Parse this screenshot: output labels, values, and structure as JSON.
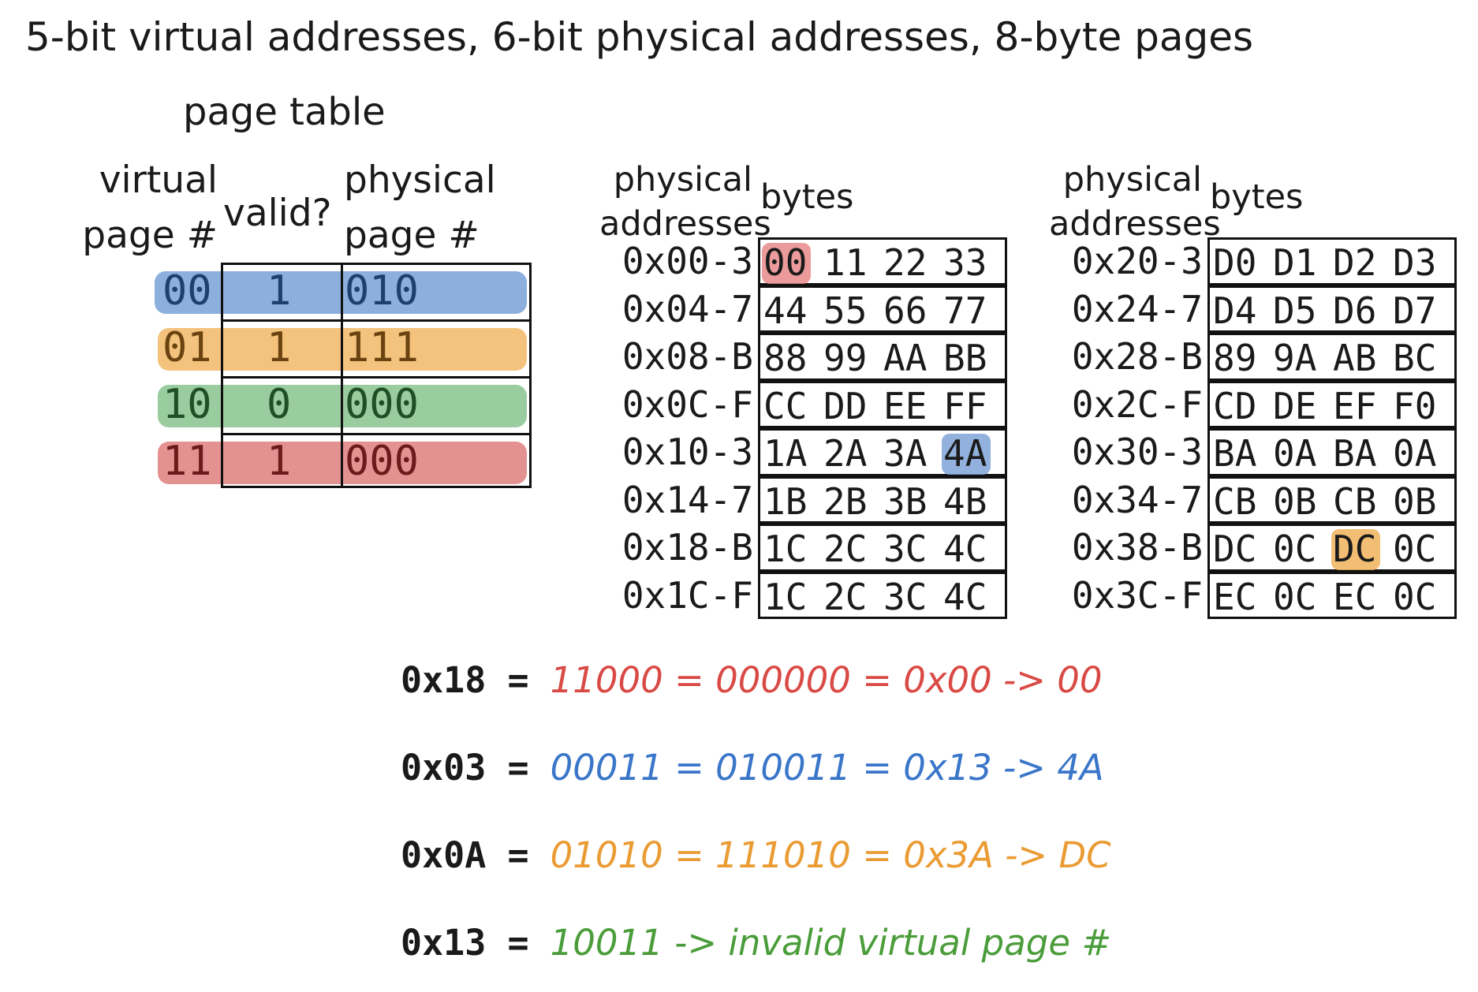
{
  "title": "5-bit virtual addresses, 6-bit physical addresses, 8-byte pages",
  "page_table": {
    "title": "page table",
    "headers": {
      "virtual_1": "virtual",
      "virtual_2": "page #",
      "valid": "valid?",
      "physical_1": "physical",
      "physical_2": "page #"
    },
    "rows": [
      {
        "vpn": "00",
        "valid": "1",
        "ppn": "010",
        "color": "#6f9bd4",
        "text": "#1f3f6e"
      },
      {
        "vpn": "01",
        "valid": "1",
        "ppn": "111",
        "color": "#f0b35c",
        "text": "#6a4310"
      },
      {
        "vpn": "10",
        "valid": "0",
        "ppn": "000",
        "color": "#7fbf86",
        "text": "#1f4f26"
      },
      {
        "vpn": "11",
        "valid": "1",
        "ppn": "000",
        "color": "#dd7676",
        "text": "#6b1b1b"
      }
    ]
  },
  "memory": [
    {
      "hdr_addr_1": "physical",
      "hdr_addr_2": "addresses",
      "hdr_bytes": "bytes",
      "rows": [
        {
          "addr": "0x00-3",
          "bytes": [
            "00",
            "11",
            "22",
            "33"
          ]
        },
        {
          "addr": "0x04-7",
          "bytes": [
            "44",
            "55",
            "66",
            "77"
          ]
        },
        {
          "addr": "0x08-B",
          "bytes": [
            "88",
            "99",
            "AA",
            "BB"
          ]
        },
        {
          "addr": "0x0C-F",
          "bytes": [
            "CC",
            "DD",
            "EE",
            "FF"
          ]
        },
        {
          "addr": "0x10-3",
          "bytes": [
            "1A",
            "2A",
            "3A",
            "4A"
          ]
        },
        {
          "addr": "0x14-7",
          "bytes": [
            "1B",
            "2B",
            "3B",
            "4B"
          ]
        },
        {
          "addr": "0x18-B",
          "bytes": [
            "1C",
            "2C",
            "3C",
            "4C"
          ]
        },
        {
          "addr": "0x1C-F",
          "bytes": [
            "1C",
            "2C",
            "3C",
            "4C"
          ]
        }
      ],
      "highlights": [
        {
          "row": 0,
          "col": 0,
          "color": "#e88a8a"
        },
        {
          "row": 4,
          "col": 3,
          "color": "#7fa3d6"
        }
      ]
    },
    {
      "hdr_addr_1": "physical",
      "hdr_addr_2": "addresses",
      "hdr_bytes": "bytes",
      "rows": [
        {
          "addr": "0x20-3",
          "bytes": [
            "D0",
            "D1",
            "D2",
            "D3"
          ]
        },
        {
          "addr": "0x24-7",
          "bytes": [
            "D4",
            "D5",
            "D6",
            "D7"
          ]
        },
        {
          "addr": "0x28-B",
          "bytes": [
            "89",
            "9A",
            "AB",
            "BC"
          ]
        },
        {
          "addr": "0x2C-F",
          "bytes": [
            "CD",
            "DE",
            "EF",
            "F0"
          ]
        },
        {
          "addr": "0x30-3",
          "bytes": [
            "BA",
            "0A",
            "BA",
            "0A"
          ]
        },
        {
          "addr": "0x34-7",
          "bytes": [
            "CB",
            "0B",
            "CB",
            "0B"
          ]
        },
        {
          "addr": "0x38-B",
          "bytes": [
            "DC",
            "0C",
            "DC",
            "0C"
          ]
        },
        {
          "addr": "0x3C-F",
          "bytes": [
            "EC",
            "0C",
            "EC",
            "0C"
          ]
        }
      ],
      "highlights": [
        {
          "row": 6,
          "col": 2,
          "color": "#f0b35c"
        }
      ]
    }
  ],
  "equations": [
    {
      "lhs": "0x18 =",
      "rhs": "11000 = 000000 = 0x00 -> 00",
      "color": "#d94a45"
    },
    {
      "lhs": "0x03 =",
      "rhs": "00011 = 010011 = 0x13 -> 4A",
      "color": "#3a76c9"
    },
    {
      "lhs": "0x0A =",
      "rhs": "01010 = 111010 = 0x3A -> DC",
      "color": "#ea9b33"
    },
    {
      "lhs": "0x13 =",
      "rhs": "10011 -> invalid virtual page #",
      "color": "#4a9d3a"
    }
  ]
}
